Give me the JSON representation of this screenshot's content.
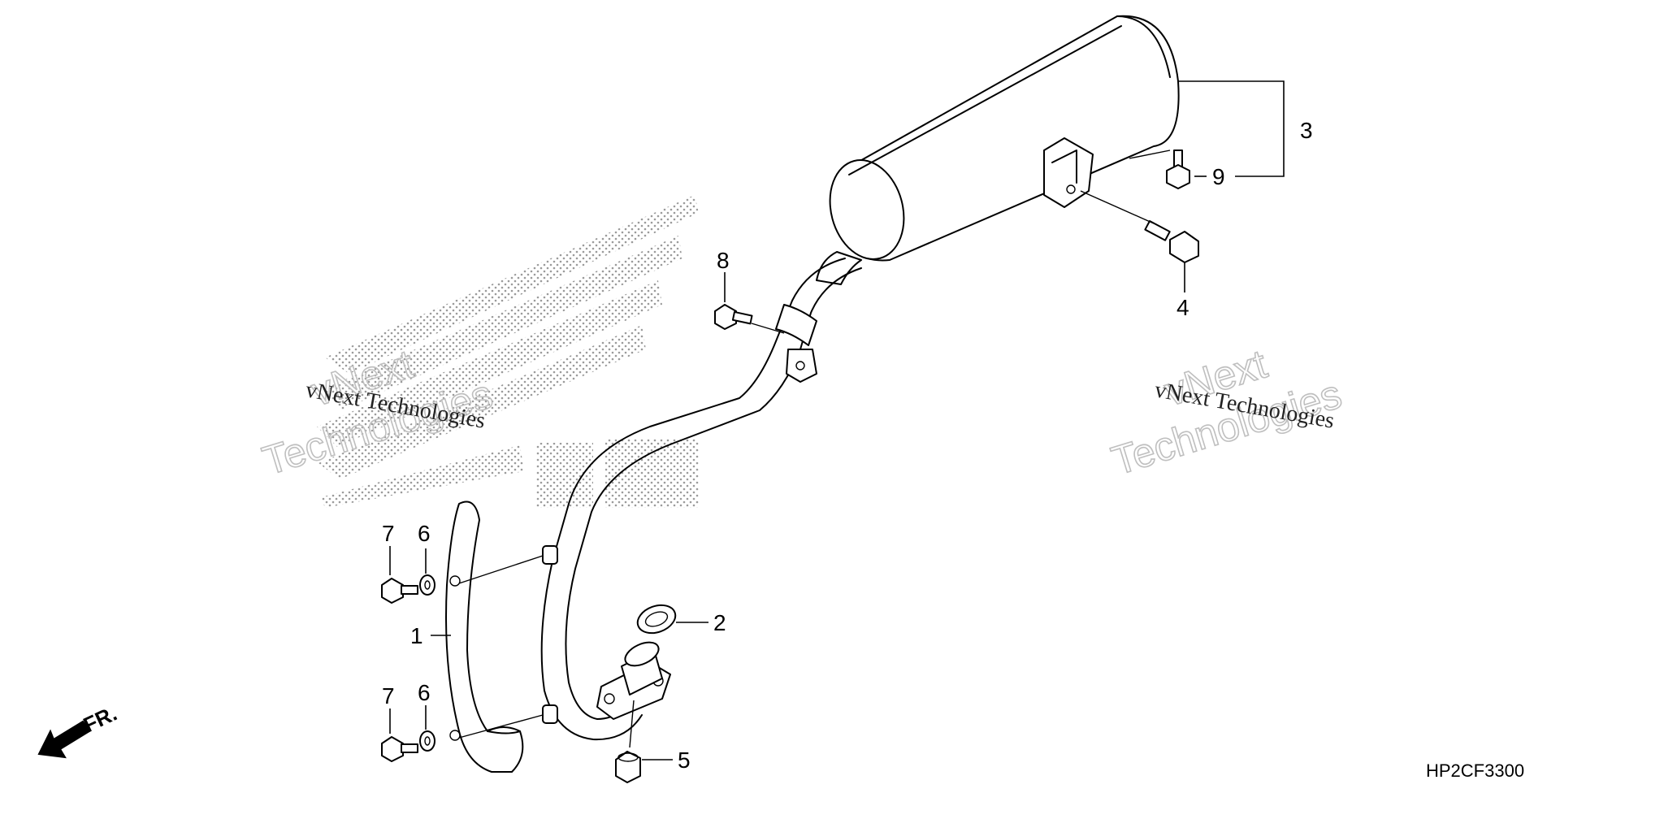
{
  "callouts": {
    "c1": "1",
    "c2": "2",
    "c3": "3",
    "c4": "4",
    "c5": "5",
    "c6a": "6",
    "c6b": "6",
    "c7a": "7",
    "c7b": "7",
    "c8": "8",
    "c9": "9"
  },
  "direction_label": "FR.",
  "diagram_code": "HP2CF3300",
  "watermark": {
    "brand_line": "vNext Technologies",
    "outline_line1": "vNext",
    "outline_line2": "Technologies"
  }
}
